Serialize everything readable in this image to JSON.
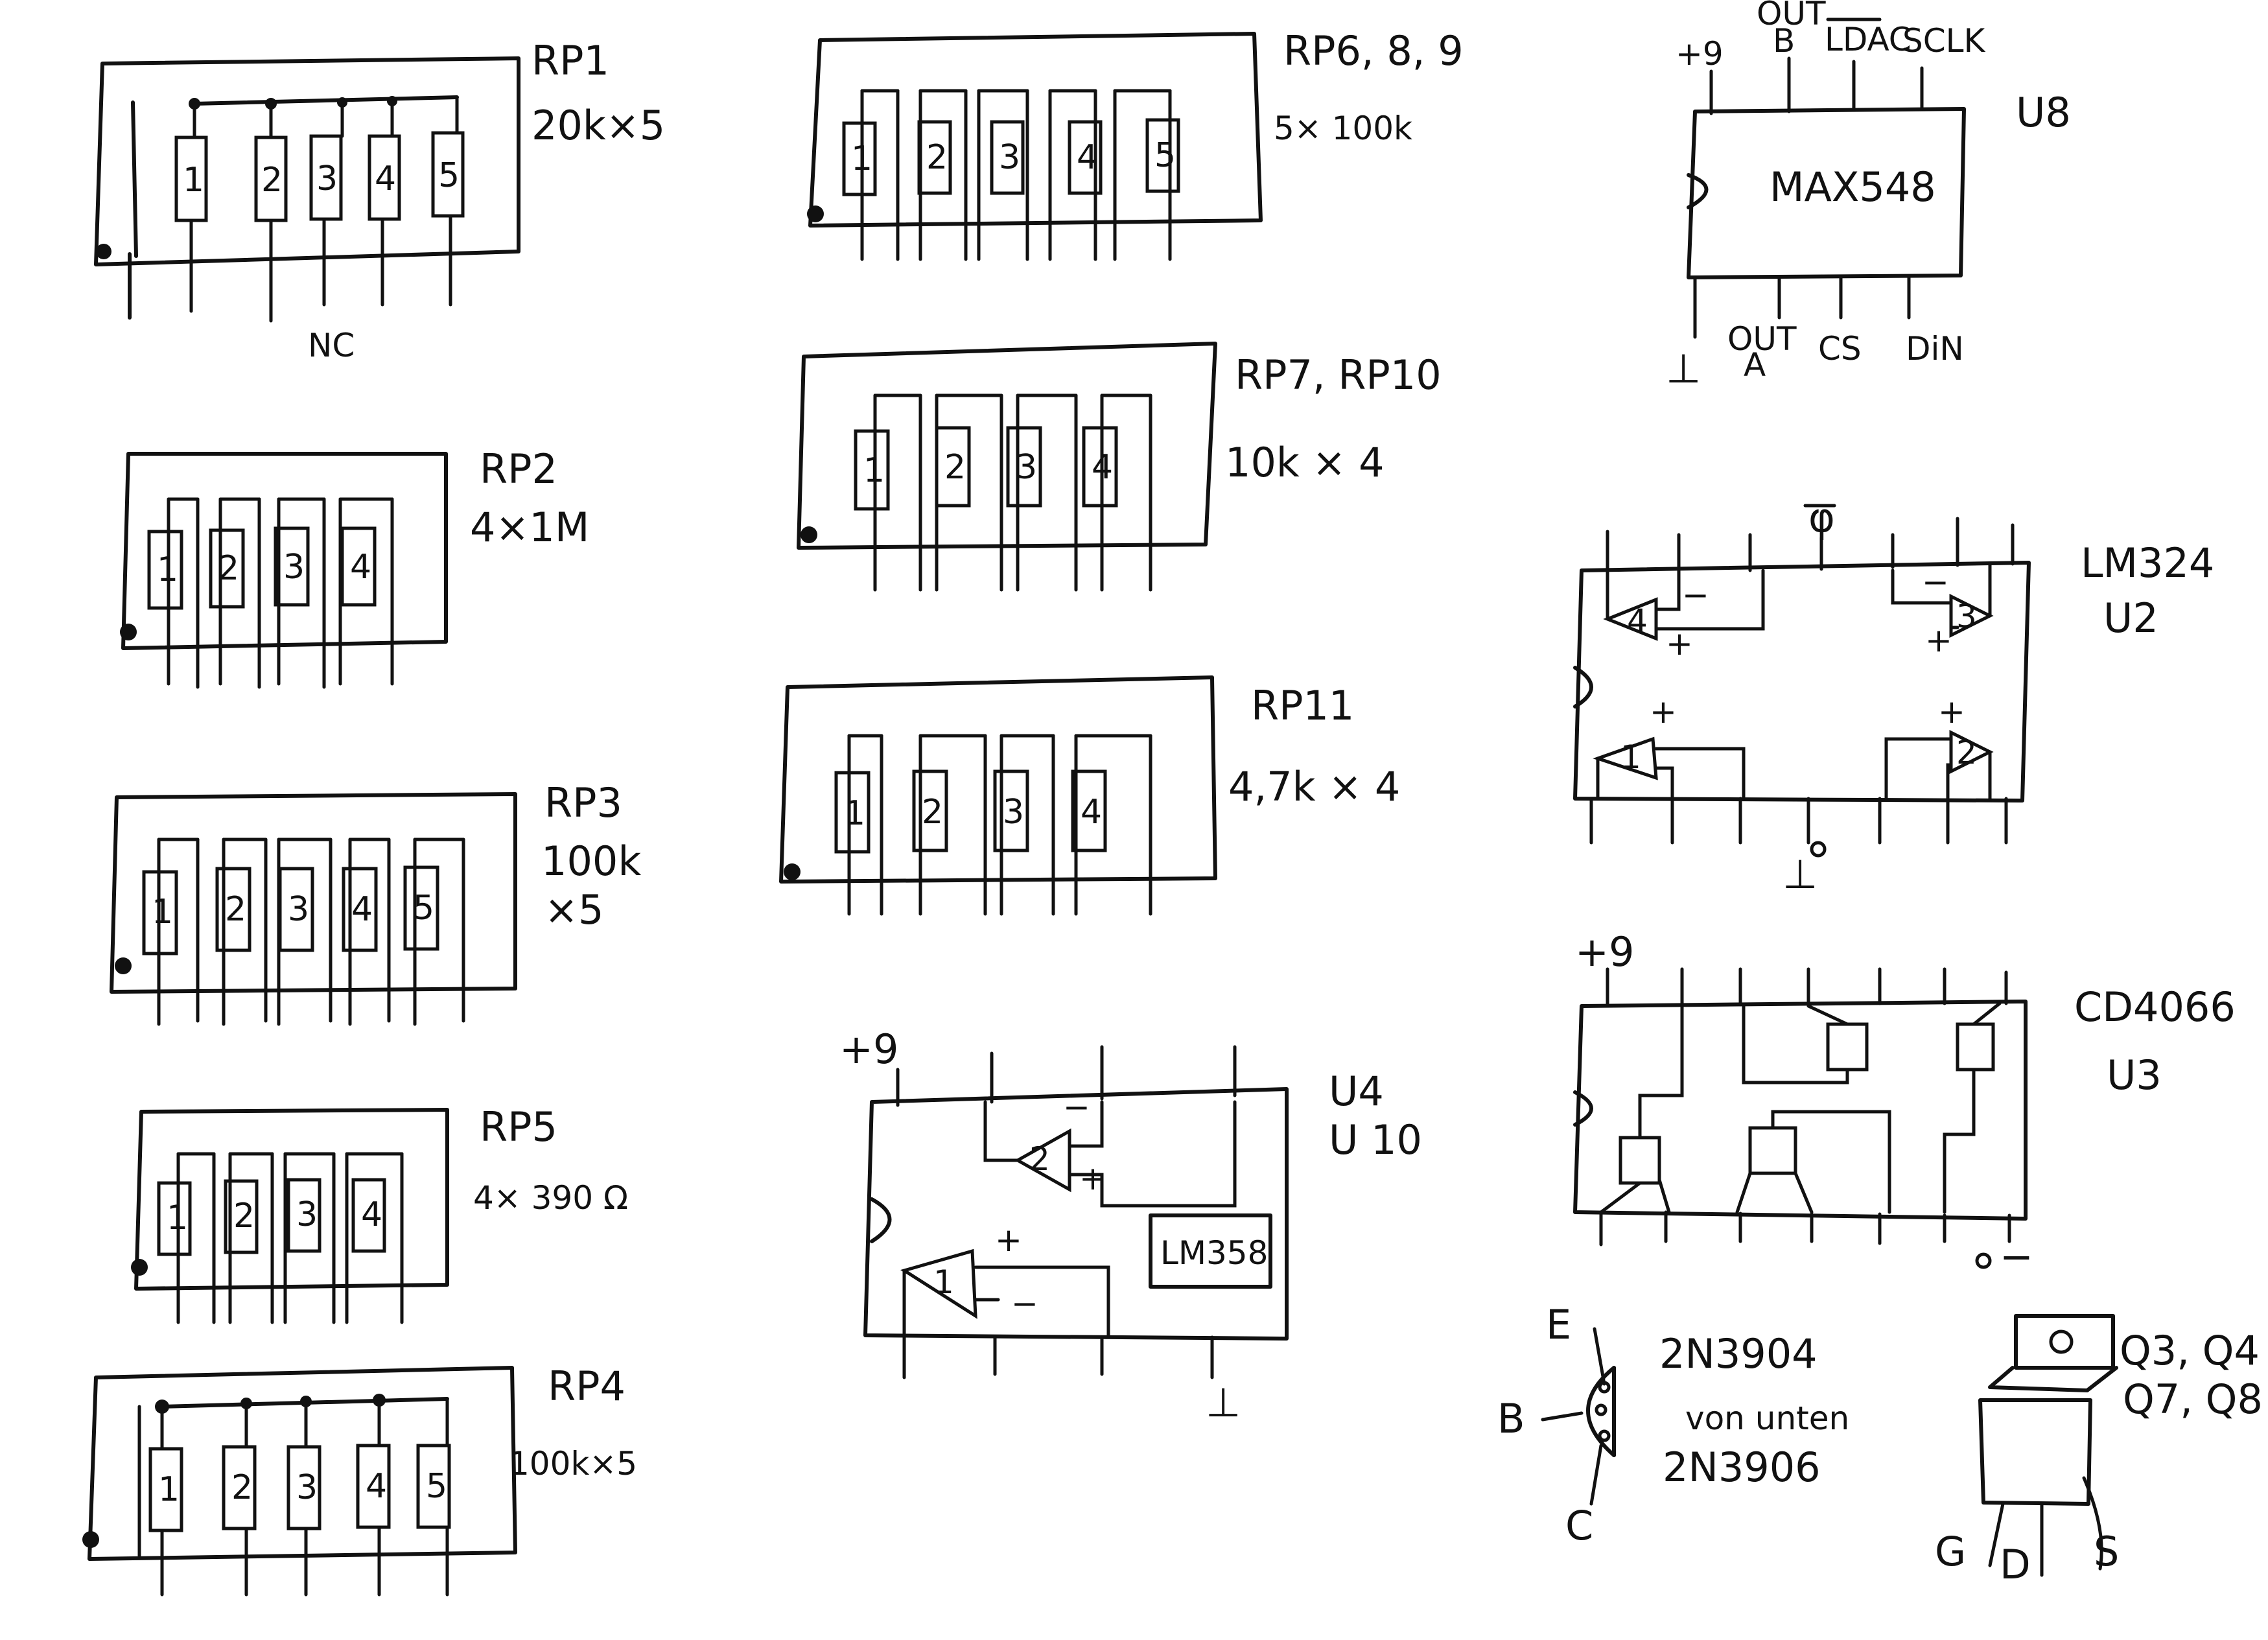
{
  "packs": {
    "rp1": {
      "name": "RP1",
      "value": "20k×5",
      "nc": "NC",
      "n": [
        "1",
        "2",
        "3",
        "4",
        "5"
      ]
    },
    "rp2": {
      "name": "RP2",
      "value": "4×1M",
      "n": [
        "1",
        "2",
        "3",
        "4"
      ]
    },
    "rp3": {
      "name": "RP3",
      "value1": "100k",
      "value2": "×5",
      "n": [
        "1",
        "2",
        "3",
        "4",
        "5"
      ]
    },
    "rp5": {
      "name": "RP5",
      "value": "4× 390 Ω",
      "n": [
        "1",
        "2",
        "3",
        "4"
      ]
    },
    "rp4": {
      "name": "RP4",
      "value": "100k×5",
      "n": [
        "1",
        "2",
        "3",
        "4",
        "5"
      ]
    },
    "rp6": {
      "name": "RP6, 8, 9",
      "value": "5× 100k",
      "n": [
        "1",
        "2",
        "3",
        "4",
        "5"
      ]
    },
    "rp7": {
      "name": "RP7, RP10",
      "value": "10k × 4",
      "n": [
        "1",
        "2",
        "3",
        "4"
      ]
    },
    "rp11": {
      "name": "RP11",
      "value": "4,7k × 4",
      "n": [
        "1",
        "2",
        "3",
        "4"
      ]
    }
  },
  "u4": {
    "name1": "U4",
    "name2": "U 10",
    "part": "LM358",
    "vplus": "+9",
    "gnd": "⊥",
    "amp1": "1",
    "amp2": "2",
    "plus": "+",
    "minus": "−"
  },
  "u8": {
    "name": "U8",
    "part": "MAX548",
    "vplus": "+9",
    "out_b": "OUT",
    "out_b2": "B",
    "ldac": "LDAC",
    "sclk": "SCLK",
    "gnd": "⊥",
    "out_a": "OUT",
    "out_a2": "A",
    "cs": "CS",
    "din": "DiN"
  },
  "u2": {
    "name1": "LM324",
    "name2": "U2",
    "top": "φ",
    "bottom": "⊥",
    "a1": "1",
    "a2": "2",
    "a3": "3",
    "a4": "4",
    "plus": "+",
    "minus": "−"
  },
  "u3": {
    "name1": "CD4066",
    "name2": "U3",
    "vplus": "+9",
    "vminus": "−"
  },
  "transistor": {
    "e": "E",
    "b": "B",
    "c": "C",
    "line1": "2N3904",
    "line2": "von unten",
    "line3": "2N3906"
  },
  "mosfet": {
    "line1": "Q3, Q4",
    "line2": "Q7, Q8",
    "g": "G",
    "d": "D",
    "s": "S"
  }
}
